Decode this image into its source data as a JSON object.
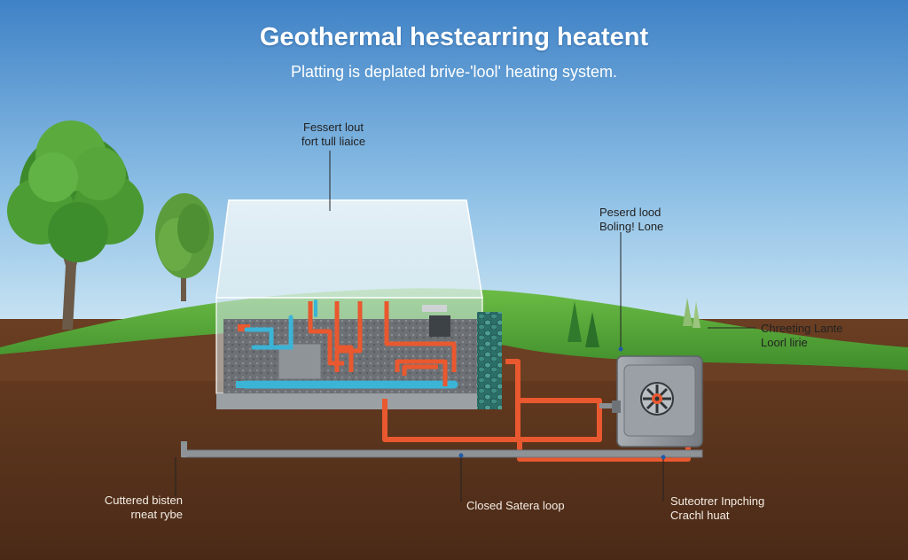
{
  "title": "Geothermal hestearring heatent",
  "subtitle": "Platting is deplated brive-'lool' heating system.",
  "labels": {
    "top_left": [
      "Fessert lout",
      "fort tull liaice"
    ],
    "top_right": [
      "Peserd lood",
      "Boling! Lone"
    ],
    "right_mid": [
      "Chreeting Lante",
      "Loorl lirie"
    ],
    "bottom_left": [
      "Cuttered bisten",
      "rneat rybe"
    ],
    "bottom_mid": "Closed Satera loop",
    "bottom_right": [
      "Suteotrer Inpching",
      "Crachl huat"
    ]
  },
  "colors": {
    "sky_top": "#3f82c6",
    "sky_bottom": "#cfe6f4",
    "grass": "#5aa83a",
    "soil": "#5a3520",
    "hot_pipe": "#e9582f",
    "cold_pipe": "#3bb4d6",
    "greenhouse_glass": "#e9f3f5",
    "heat_pump": "#8e9499"
  },
  "icons": {
    "heat_pump_fan": "fan-icon"
  }
}
